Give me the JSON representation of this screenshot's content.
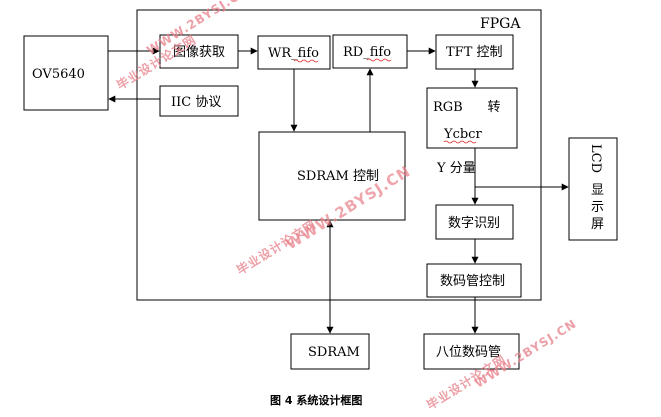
{
  "diagram": {
    "fpga_label": "FPGA",
    "nodes": {
      "ov5640": "OV5640",
      "image_acq": "图像获取",
      "wr_fifo": "WR_fifo",
      "rd_fifo": "RD_fifo",
      "tft_ctrl": "TFT 控制",
      "iic": "IIC 协议",
      "rgb_line1": "RGB      转",
      "rgb_line2": "Ycbcr",
      "sdram_ctrl": "SDRAM 控制",
      "digit_recog": "数字识别",
      "seg_ctrl": "数码管控制",
      "sdram": "SDRAM",
      "seg8": "八位数码管",
      "lcd_line1": "LCD",
      "lcd_line2": "显",
      "lcd_line3": "示",
      "lcd_line4": "屏"
    },
    "edge_labels": {
      "y_component": "Y 分量"
    },
    "caption": "图 4  系统设计框图"
  },
  "watermarks": {
    "cn": "毕业设计论文网",
    "url": "WWW.2BYSJ.CN"
  },
  "colors": {
    "line": "#000000",
    "watermark": "#e8808a",
    "spellcheck": "#e02020"
  }
}
